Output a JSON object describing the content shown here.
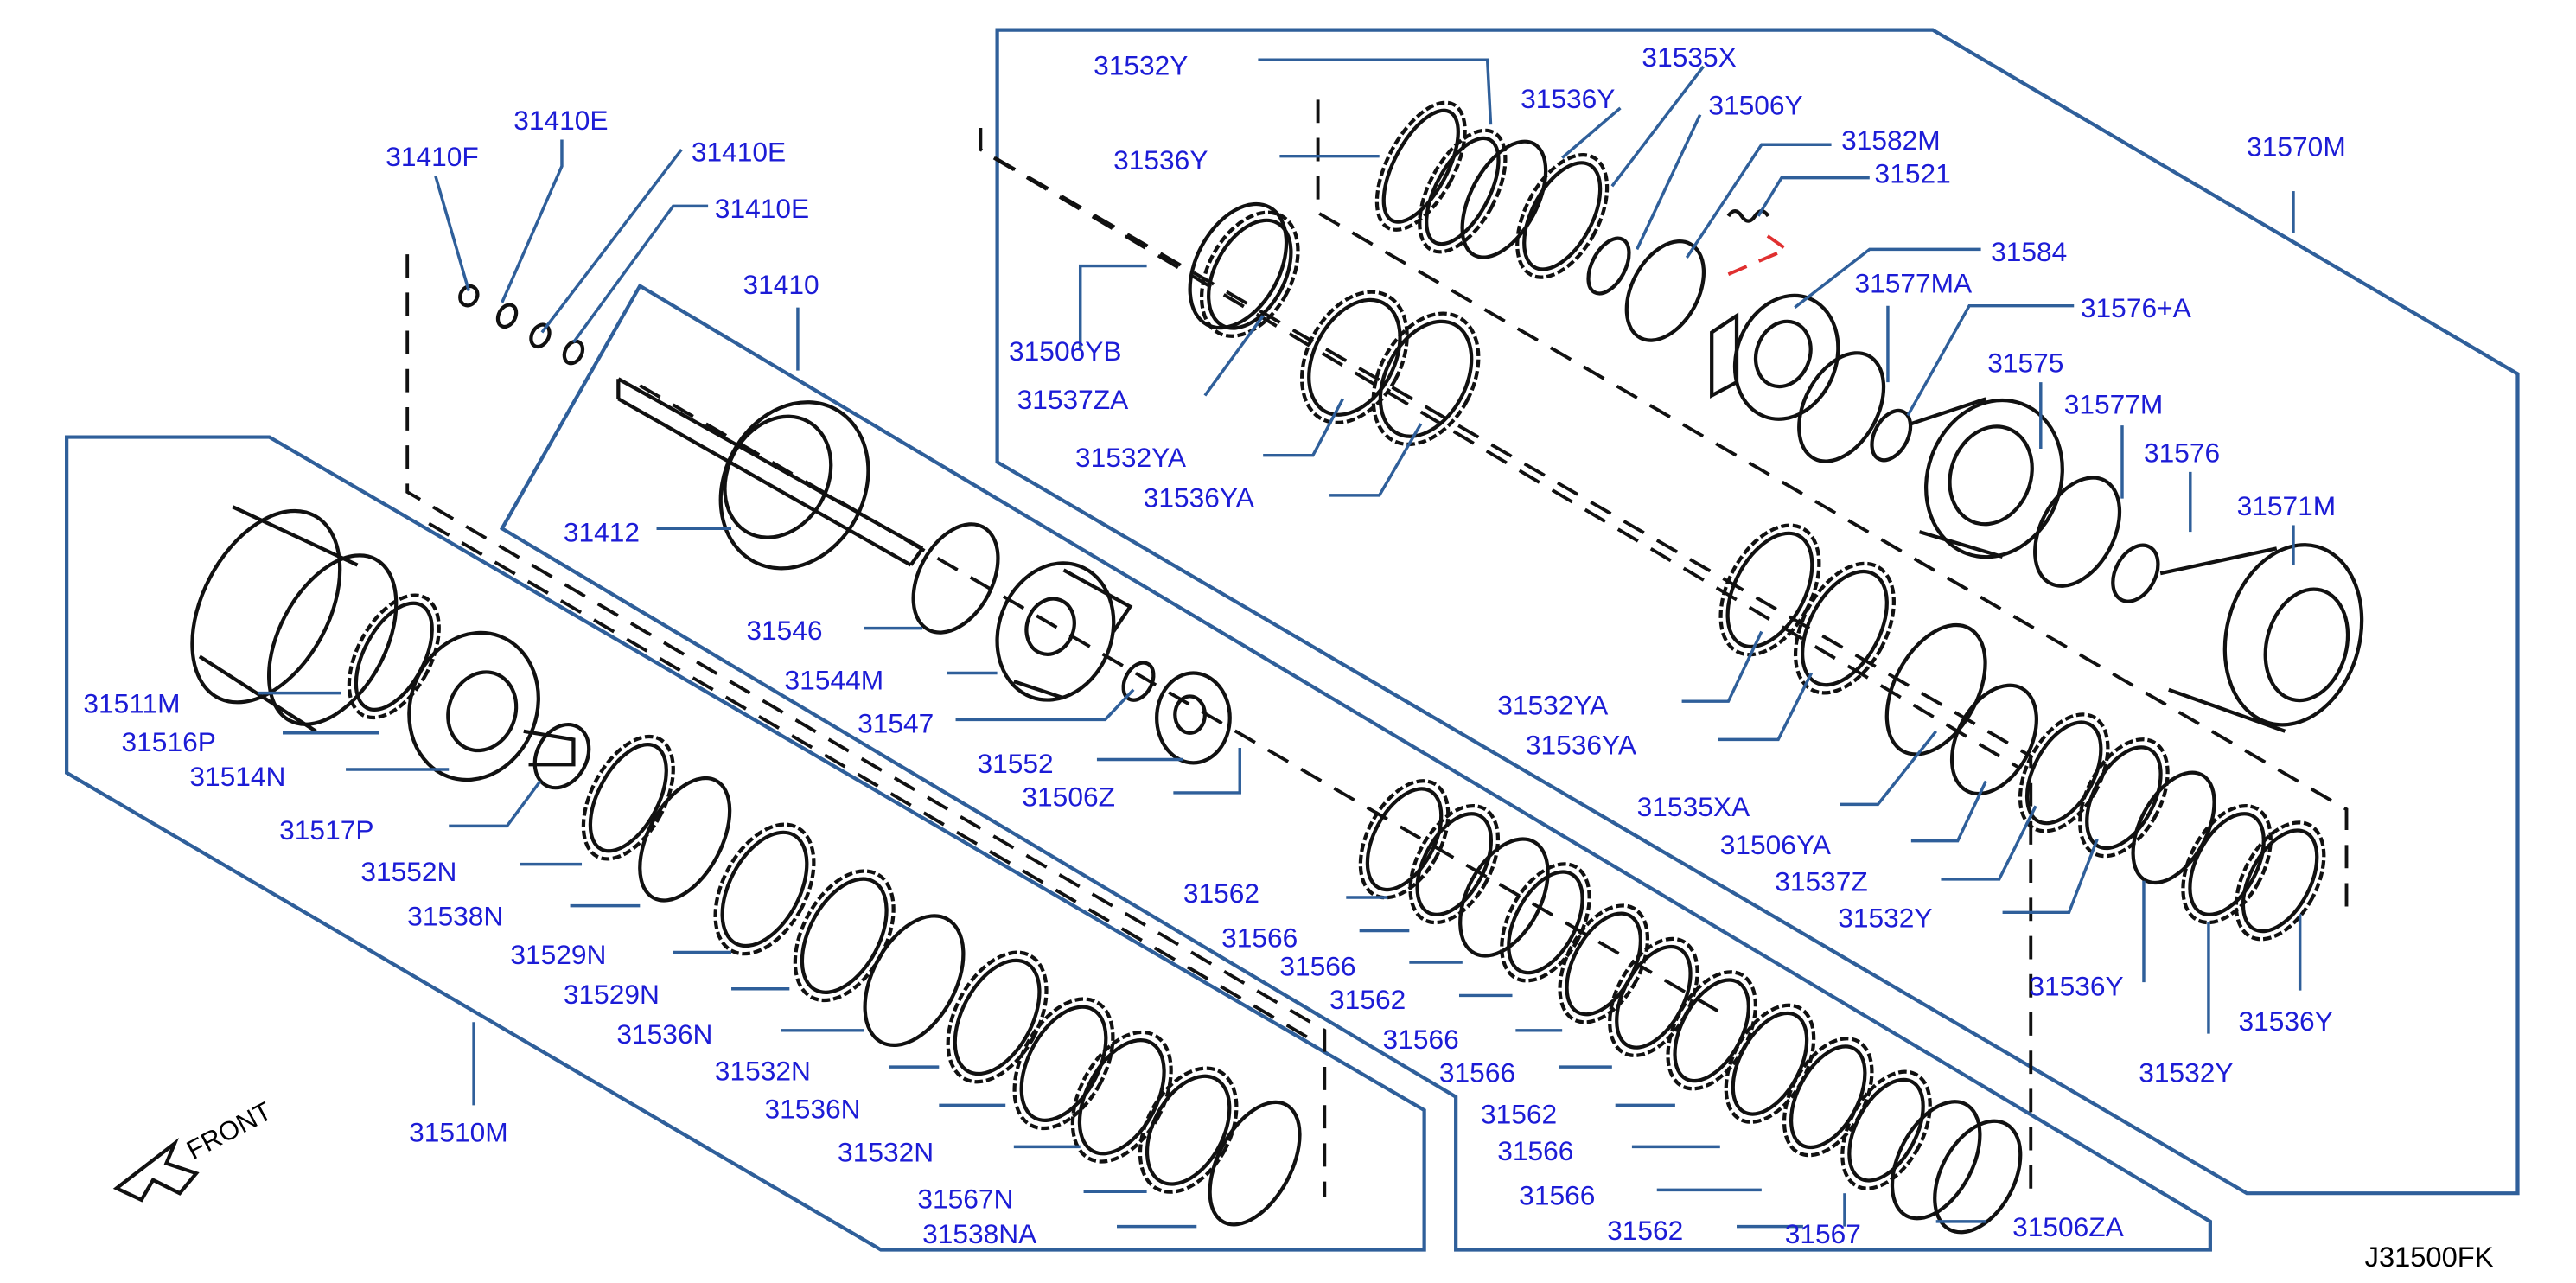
{
  "diagram": {
    "code": "J31500FK",
    "front_label": "FRONT",
    "colors": {
      "label": "#1c1cd6",
      "frame": "#2f5f9a",
      "part": "#111111",
      "accent_dash": "#e03030"
    },
    "labels": [
      {
        "id": "l1",
        "text": "31532Y"
      },
      {
        "id": "l2",
        "text": "31535X"
      },
      {
        "id": "l3",
        "text": "31536Y"
      },
      {
        "id": "l4",
        "text": "31506Y"
      },
      {
        "id": "l5",
        "text": "31582M"
      },
      {
        "id": "l6",
        "text": "31521"
      },
      {
        "id": "l7",
        "text": "31570M"
      },
      {
        "id": "l8",
        "text": "31536Y"
      },
      {
        "id": "l9",
        "text": "31584"
      },
      {
        "id": "l10",
        "text": "31577MA"
      },
      {
        "id": "l11",
        "text": "31576+A"
      },
      {
        "id": "l12",
        "text": "31575"
      },
      {
        "id": "l13",
        "text": "31577M"
      },
      {
        "id": "l14",
        "text": "31576"
      },
      {
        "id": "l15",
        "text": "31571M"
      },
      {
        "id": "l16",
        "text": "31506YB"
      },
      {
        "id": "l17",
        "text": "31537ZA"
      },
      {
        "id": "l18",
        "text": "31532YA"
      },
      {
        "id": "l19",
        "text": "31536YA"
      },
      {
        "id": "l20",
        "text": "31410F"
      },
      {
        "id": "l21",
        "text": "31410E"
      },
      {
        "id": "l22",
        "text": "31410E"
      },
      {
        "id": "l23",
        "text": "31410E"
      },
      {
        "id": "l24",
        "text": "31410"
      },
      {
        "id": "l25",
        "text": "31412"
      },
      {
        "id": "l26",
        "text": "31546"
      },
      {
        "id": "l27",
        "text": "31544M"
      },
      {
        "id": "l28",
        "text": "31547"
      },
      {
        "id": "l29",
        "text": "31552"
      },
      {
        "id": "l30",
        "text": "31506Z"
      },
      {
        "id": "l31",
        "text": "31532YA"
      },
      {
        "id": "l32",
        "text": "31536YA"
      },
      {
        "id": "l33",
        "text": "31535XA"
      },
      {
        "id": "l34",
        "text": "31506YA"
      },
      {
        "id": "l35",
        "text": "31537Z"
      },
      {
        "id": "l36",
        "text": "31532Y"
      },
      {
        "id": "l37",
        "text": "31536Y"
      },
      {
        "id": "l38",
        "text": "31536Y"
      },
      {
        "id": "l39",
        "text": "31532Y"
      },
      {
        "id": "l40",
        "text": "31511M"
      },
      {
        "id": "l41",
        "text": "31516P"
      },
      {
        "id": "l42",
        "text": "31514N"
      },
      {
        "id": "l43",
        "text": "31517P"
      },
      {
        "id": "l44",
        "text": "31552N"
      },
      {
        "id": "l45",
        "text": "31538N"
      },
      {
        "id": "l46",
        "text": "31529N"
      },
      {
        "id": "l47",
        "text": "31529N"
      },
      {
        "id": "l48",
        "text": "31536N"
      },
      {
        "id": "l49",
        "text": "31532N"
      },
      {
        "id": "l50",
        "text": "31536N"
      },
      {
        "id": "l51",
        "text": "31532N"
      },
      {
        "id": "l52",
        "text": "31567N"
      },
      {
        "id": "l53",
        "text": "31538NA"
      },
      {
        "id": "l54",
        "text": "31510M"
      },
      {
        "id": "l55",
        "text": "31562"
      },
      {
        "id": "l56",
        "text": "31566"
      },
      {
        "id": "l57",
        "text": "31566"
      },
      {
        "id": "l58",
        "text": "31562"
      },
      {
        "id": "l59",
        "text": "31566"
      },
      {
        "id": "l60",
        "text": "31566"
      },
      {
        "id": "l61",
        "text": "31562"
      },
      {
        "id": "l62",
        "text": "31566"
      },
      {
        "id": "l63",
        "text": "31566"
      },
      {
        "id": "l64",
        "text": "31562"
      },
      {
        "id": "l65",
        "text": "31567"
      },
      {
        "id": "l66",
        "text": "31506ZA"
      }
    ]
  }
}
